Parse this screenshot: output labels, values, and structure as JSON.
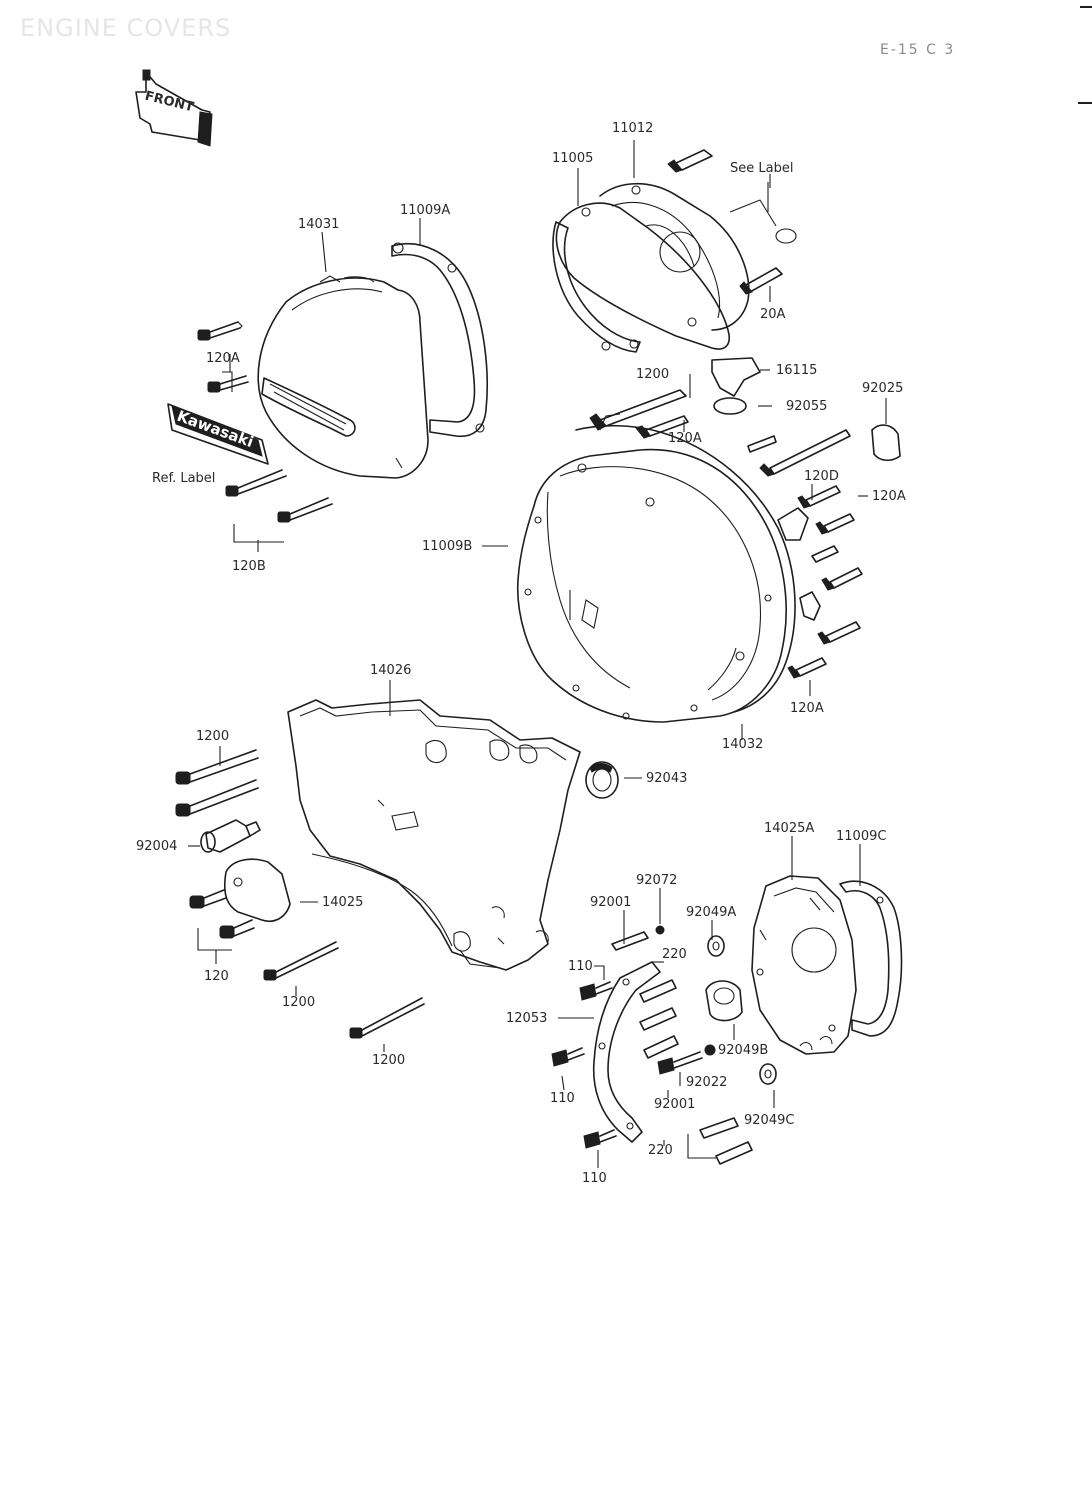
{
  "header": {
    "title": "ENGINE COVERS",
    "page_code": "E-15 C 3"
  },
  "front_tag": "FRONT",
  "emblem_text": "Kawasaki",
  "labels": [
    {
      "id": "11012",
      "text": "11012"
    },
    {
      "id": "11005",
      "text": "11005"
    },
    {
      "id": "see-label-top",
      "text": "See Label"
    },
    {
      "id": "11009a",
      "text": "11009A"
    },
    {
      "id": "14031",
      "text": "14031"
    },
    {
      "id": "20a",
      "text": "20A"
    },
    {
      "id": "120a-1",
      "text": "120A"
    },
    {
      "id": "16115",
      "text": "16115"
    },
    {
      "id": "1200-1",
      "text": "1200"
    },
    {
      "id": "92025",
      "text": "92025"
    },
    {
      "id": "92055",
      "text": "92055"
    },
    {
      "id": "120a-2",
      "text": "120A"
    },
    {
      "id": "ref-label",
      "text": "Ref. Label"
    },
    {
      "id": "120d",
      "text": "120D"
    },
    {
      "id": "120a-3",
      "text": "120A"
    },
    {
      "id": "120b",
      "text": "120B"
    },
    {
      "id": "11009b",
      "text": "11009B"
    },
    {
      "id": "14026",
      "text": "14026"
    },
    {
      "id": "120a-4",
      "text": "120A"
    },
    {
      "id": "14032",
      "text": "14032"
    },
    {
      "id": "1200-2",
      "text": "1200"
    },
    {
      "id": "92043",
      "text": "92043"
    },
    {
      "id": "92004",
      "text": "92004"
    },
    {
      "id": "14025a",
      "text": "14025A"
    },
    {
      "id": "11009c",
      "text": "11009C"
    },
    {
      "id": "92072",
      "text": "92072"
    },
    {
      "id": "92001-1",
      "text": "92001"
    },
    {
      "id": "14025",
      "text": "14025"
    },
    {
      "id": "92049a",
      "text": "92049A"
    },
    {
      "id": "110-1",
      "text": "110"
    },
    {
      "id": "220-1",
      "text": "220"
    },
    {
      "id": "120-2",
      "text": "120"
    },
    {
      "id": "1200-3",
      "text": "1200"
    },
    {
      "id": "12053",
      "text": "12053"
    },
    {
      "id": "92049b",
      "text": "92049B"
    },
    {
      "id": "1200-4",
      "text": "1200"
    },
    {
      "id": "92022",
      "text": "92022"
    },
    {
      "id": "92001-2",
      "text": "92001"
    },
    {
      "id": "110-2",
      "text": "110"
    },
    {
      "id": "92049c",
      "text": "92049C"
    },
    {
      "id": "220-2",
      "text": "220"
    },
    {
      "id": "110-3",
      "text": "110"
    }
  ]
}
